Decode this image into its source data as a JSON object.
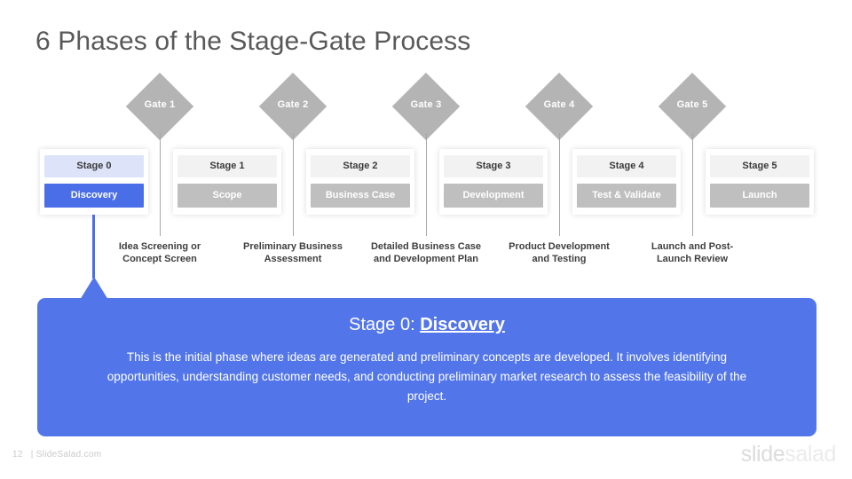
{
  "slide": {
    "title": "6 Phases of the Stage-Gate Process",
    "accent_color": "#5276ea",
    "gate_color": "#b4b4b4",
    "stage_body_color": "#bfbfbf",
    "stage_head_color": "#f2f2f2"
  },
  "gates": [
    {
      "label": "Gate 1"
    },
    {
      "label": "Gate 2"
    },
    {
      "label": "Gate 3"
    },
    {
      "label": "Gate 4"
    },
    {
      "label": "Gate 5"
    }
  ],
  "stages": [
    {
      "number": "Stage 0",
      "name": "Discovery",
      "active": true
    },
    {
      "number": "Stage 1",
      "name": "Scope",
      "active": false
    },
    {
      "number": "Stage 2",
      "name": "Business  Case",
      "active": false
    },
    {
      "number": "Stage 3",
      "name": "Development",
      "active": false
    },
    {
      "number": "Stage 4",
      "name": "Test & Validate",
      "active": false
    },
    {
      "number": "Stage 5",
      "name": "Launch",
      "active": false
    }
  ],
  "captions": [
    {
      "line1": "Idea Screening or",
      "line2": "Concept Screen"
    },
    {
      "line1": "Preliminary  Business",
      "line2": "Assessment"
    },
    {
      "line1": "Detailed Business Case",
      "line2": "and Development Plan"
    },
    {
      "line1": "Product Development",
      "line2": "and Testing"
    },
    {
      "line1": "Launch and Post-",
      "line2": "Launch Review"
    }
  ],
  "description": {
    "title_prefix": "Stage 0: ",
    "title_emphasis": "Discovery",
    "body": "This is the initial phase where ideas are generated and preliminary concepts are developed. It involves identifying opportunities, understanding customer needs, and conducting preliminary market research to assess the feasibility of the project."
  },
  "footer": {
    "page_number": "12",
    "site": "| SlideSalad.com",
    "logo_part1": "slide",
    "logo_part2": "salad"
  }
}
